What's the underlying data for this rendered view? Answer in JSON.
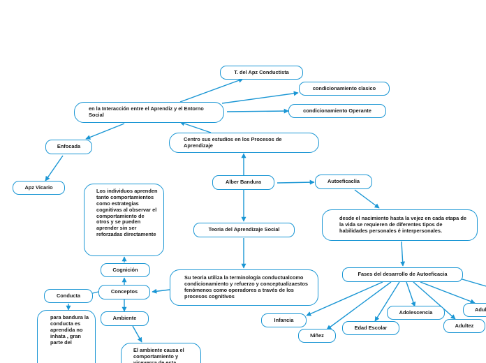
{
  "nodes": {
    "t_apz": "T. del Apz Conductista",
    "cond_clasico": "condicionamiento clasico",
    "cond_operante": "condicionamiento Operante",
    "interaccion": "en la Interacción entre el Aprendiz y el Entorno Social",
    "enfocada": "Enfocada",
    "apz_vicario": "Apz Vicario",
    "centro": "Centro sus estudios en los Procesos de Aprendizaje",
    "alber_bandura": "Alber Bandura",
    "autoeficacia": "Autoeficaclia",
    "teoria_social": "Teoria del Aprendizaje Social",
    "individuos": "Los individuos aprenden tanto comportamientos como estrategias cognitivas al observar el comportamiento de otros y se pueden aprender sin ser reforzadas directamente",
    "desde_nacimiento": "desde el nacimiento hasta la vejez en cada etapa de la vida se requieren de diferentes tipos de habilidades personales é interpersonales.",
    "cognicion": "Cognición",
    "conceptos": "Conceptos",
    "conducta": "Conducta",
    "su_teoria": "Su teoria utiliza la terminología conductualcomo condicionamiento y refuerzo y conceptualizaestos fenómenos como operadores a través de los procesos cognitivos",
    "fases": "Fases del desarrollo de Autoeficacia",
    "ambiente": "Ambiente",
    "infancia": "Infancia",
    "ninez": "Niñez",
    "edad_escolar": "Edad Escolar",
    "adolescencia": "Adolescencia",
    "adultez": "Adultez",
    "adultez_cut": "Adul",
    "para_bandura": "para bandura la conducta es aprendida no inhata , gran parte del",
    "el_ambiente": "El ambiente causa el comportamiento y viceversa de esta"
  },
  "colors": {
    "stroke": "#1a96d4",
    "text": "#1a1a1a",
    "background": "#ffffff"
  }
}
